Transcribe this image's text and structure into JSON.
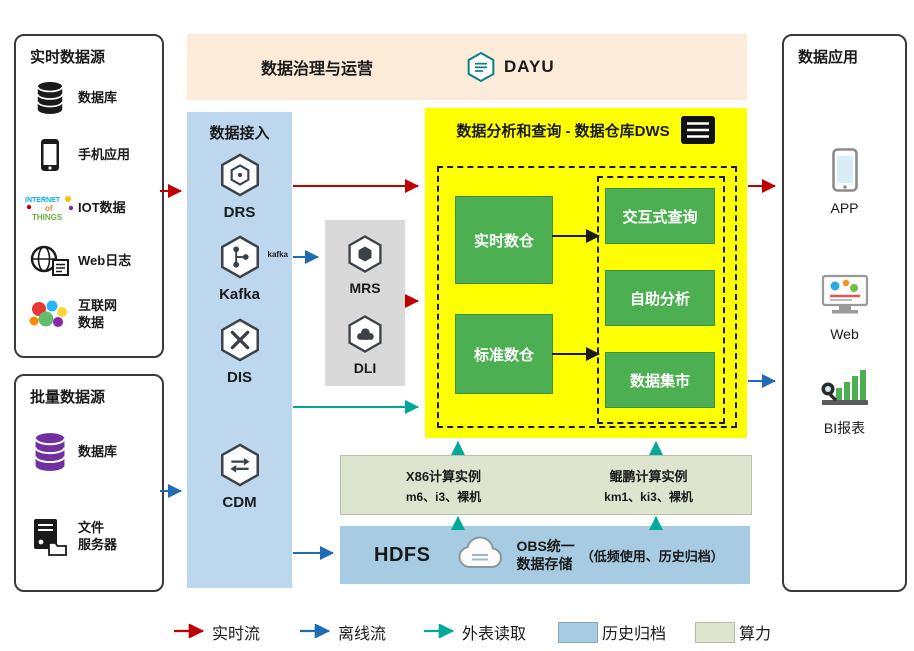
{
  "banner": {
    "title": "数据治理与运营",
    "logo_text": "DAYU",
    "logo_icon": "dayu-hexagon-icon"
  },
  "realtime_sources": {
    "title": "实时数据源",
    "items": [
      {
        "icon": "database-icon",
        "label": "数据库"
      },
      {
        "icon": "mobile-phone-icon",
        "label": "手机应用"
      },
      {
        "icon": "iot-icon",
        "label": "IOT数据"
      },
      {
        "icon": "web-log-icon",
        "label": "Web日志"
      },
      {
        "icon": "internet-data-icon",
        "label": "互联网数据"
      }
    ],
    "iot_words": {
      "w1": "INTERNET",
      "w2": "of",
      "w3": "THINGS"
    }
  },
  "batch_sources": {
    "title": "批量数据源",
    "items": [
      {
        "icon": "database-purple-icon",
        "label": "数据库"
      },
      {
        "icon": "file-server-icon",
        "label": "文件\n服务器"
      }
    ]
  },
  "ingestion": {
    "title": "数据接入",
    "items": [
      {
        "icon": "drs-hexagon-icon",
        "label": "DRS"
      },
      {
        "icon": "kafka-hexagon-icon",
        "label": "Kafka",
        "badge": "kafka"
      },
      {
        "icon": "dis-hexagon-icon",
        "label": "DIS"
      },
      {
        "icon": "cdm-hexagon-icon",
        "label": "CDM"
      }
    ]
  },
  "processing": {
    "items": [
      {
        "icon": "mrs-hexagon-icon",
        "label": "MRS"
      },
      {
        "icon": "dli-hexagon-icon",
        "label": "DLI"
      }
    ]
  },
  "dws": {
    "title": "数据分析和查询 - 数据仓库DWS",
    "title_icon": "dws-document-icon",
    "warehouses": [
      "实时数仓",
      "标准数仓"
    ],
    "services": [
      "交互式查询",
      "自助分析",
      "数据集市"
    ]
  },
  "compute": {
    "x86_title": "X86计算实例",
    "x86_sub": "m6、i3、裸机",
    "kunpeng_title": "鲲鹏计算实例",
    "kunpeng_sub": "km1、ki3、裸机"
  },
  "storage": {
    "hdfs": "HDFS",
    "obs_icon": "obs-cloud-icon",
    "obs_line1": "OBS统一",
    "obs_line2": "数据存储",
    "note": "（低频使用、历史归档）"
  },
  "applications": {
    "title": "数据应用",
    "items": [
      {
        "icon": "app-phone-icon",
        "label": "APP"
      },
      {
        "icon": "web-monitor-icon",
        "label": "Web"
      },
      {
        "icon": "bi-report-icon",
        "label": "BI报表"
      }
    ]
  },
  "legend": {
    "realtime": "实时流",
    "offline": "离线流",
    "external": "外表读取",
    "archive": "历史归档",
    "compute": "算力"
  },
  "colors": {
    "realtime_flow": "#c00000",
    "offline_flow": "#1f6cb4",
    "external_read": "#00a99c",
    "dws_background": "#feff00",
    "green_box": "#4cb052",
    "ingestion_background": "#bdd7ee",
    "processing_background": "#d9d9d9",
    "compute_background": "#dde5cf",
    "storage_background": "#a6cbe2",
    "banner_background": "#fdebd9"
  }
}
